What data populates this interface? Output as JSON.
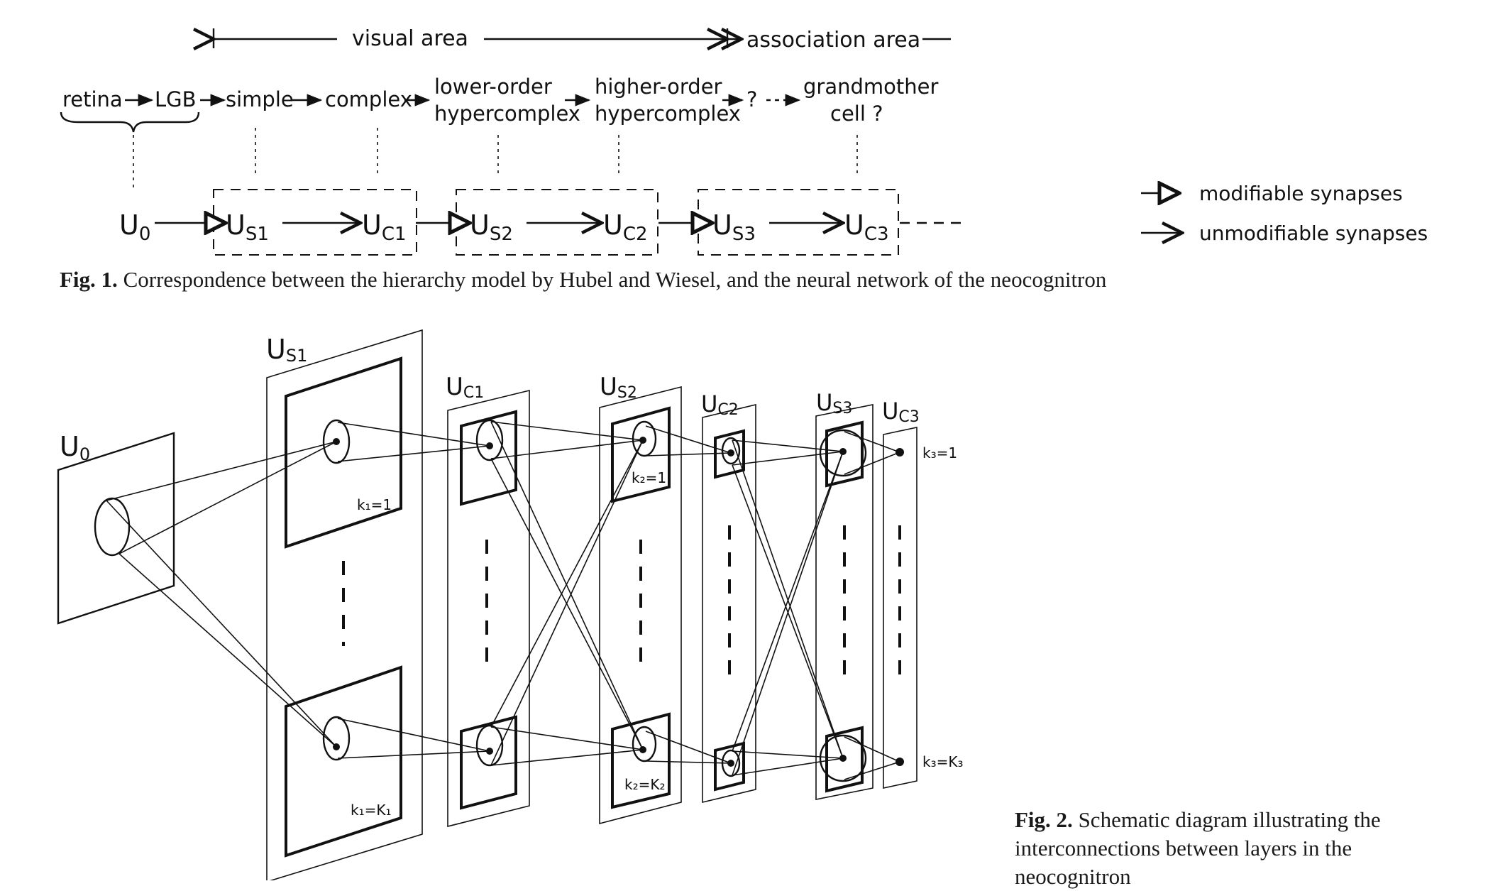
{
  "fig1": {
    "bracket_visual": "visual area",
    "bracket_assoc": "association area",
    "hierarchy": {
      "retina": "retina",
      "lgb": "LGB",
      "simple": "simple",
      "complex": "complex",
      "lower_1": "lower-order",
      "lower_2": "hypercomplex",
      "higher_1": "higher-order",
      "higher_2": "hypercomplex",
      "unknown": "?",
      "grand_1": "grandmother",
      "grand_2": "cell ?"
    },
    "layers": [
      {
        "main": "U",
        "sub": "0"
      },
      {
        "main": "U",
        "sub": "S1"
      },
      {
        "main": "U",
        "sub": "C1"
      },
      {
        "main": "U",
        "sub": "S2"
      },
      {
        "main": "U",
        "sub": "C2"
      },
      {
        "main": "U",
        "sub": "S3"
      },
      {
        "main": "U",
        "sub": "C3"
      }
    ],
    "legend": {
      "modifiable": "modifiable synapses",
      "unmodifiable": "unmodifiable synapses"
    },
    "caption_label": "Fig. 1.",
    "caption_text": "Correspondence between the hierarchy model by Hubel and Wiesel, and the neural network of the neocognitron"
  },
  "fig2": {
    "layer_labels": [
      {
        "main": "U",
        "sub": "0"
      },
      {
        "main": "U",
        "sub": "S1"
      },
      {
        "main": "U",
        "sub": "C1"
      },
      {
        "main": "U",
        "sub": "S2"
      },
      {
        "main": "U",
        "sub": "C2"
      },
      {
        "main": "U",
        "sub": "S3"
      },
      {
        "main": "U",
        "sub": "C3"
      }
    ],
    "plane_labels": {
      "k1_top": "k₁=1",
      "k1_bot": "k₁=K₁",
      "k2_top": "k₂=1",
      "k2_bot": "k₂=K₂",
      "k3_top": "k₃=1",
      "k3_bot": "k₃=K₃"
    },
    "caption_label": "Fig. 2.",
    "caption_text": "Schematic diagram illustrating the interconnections between layers in the neocognitron"
  }
}
